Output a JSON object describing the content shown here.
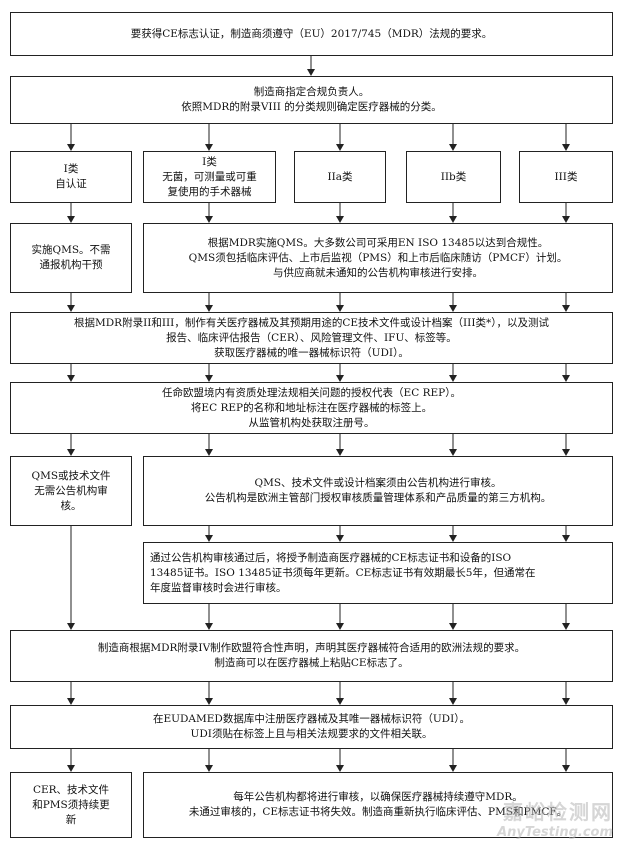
{
  "boxes": {
    "top": [
      "要获得CE标志认证，制造商须遵守（EU）2017/745（MDR）法规的要求。"
    ],
    "assign": [
      "制造商指定合规负责人。",
      "依照MDR的附录VIII 的分类规则确定医疗器械的分类。"
    ],
    "class_i_self": [
      "I类",
      "自认证"
    ],
    "class_i_special": [
      "I类",
      "无菌，可测量或可重",
      "复使用的手术器械"
    ],
    "class_iia": [
      "IIa类"
    ],
    "class_iib": [
      "IIb类"
    ],
    "class_iii": [
      "III类"
    ],
    "qms_no_nb": [
      "实施QMS。不需",
      "通报机构干预"
    ],
    "qms_mdr": [
      "根据MDR实施QMS。大多数公司可采用EN ISO 13485以达到合规性。",
      "QMS须包括临床评估、上市后监视（PMS）和上市后临床随访（PMCF）计划。",
      "与供应商就未通知的公告机构审核进行安排。"
    ],
    "tech_file": [
      "根据MDR附录II和III，制作有关医疗器械及其预期用途的CE技术文件或设计档案（III类*），以及测试",
      "报告、临床评估报告（CER）、风险管理文件、IFU、标签等。",
      "获取医疗器械的唯一器械标识符（UDI）。"
    ],
    "ec_rep": [
      "任命欧盟境内有资质处理法规相关问题的授权代表（EC REP）。",
      "将EC REP的名称和地址标注在医疗器械的标签上。",
      "从监管机构处获取注册号。"
    ],
    "no_nb_review": [
      "QMS或技术文件",
      "无需公告机构审",
      "核。"
    ],
    "nb_review": [
      "QMS、技术文件或设计档案须由公告机构进行审核。",
      "公告机构是欧洲主管部门授权审核质量管理体系和产品质量的第三方机构。"
    ],
    "certificate": [
      "通过公告机构审核通过后，将授予制造商医疗器械的CE标志证书和设备的ISO",
      "13485证书。ISO 13485证书须每年更新。CE标志证书有效期最长5年，但通常在",
      "年度监督审核时会进行审核。"
    ],
    "declaration": [
      "制造商根据MDR附录IV制作欧盟符合性声明，声明其医疗器械符合适用的欧洲法规的要求。",
      "制造商可以在医疗器械上粘贴CE标志了。"
    ],
    "eudamed": [
      "在EUDAMED数据库中注册医疗器械及其唯一器械标识符（UDI）。",
      "UDI须贴在标签上且与相关法规要求的文件相关联。"
    ],
    "maintain": [
      "CER、技术文件",
      "和PMS须持续更",
      "新"
    ],
    "annual_audit": [
      "每年公告机构都将进行审核，以确保医疗器械持续遵守MDR。",
      "未通过审核的，CE标志证书将失效。制造商重新执行临床评估、PMS和PMCF。"
    ]
  },
  "watermark": {
    "cn": "嘉峪检测网",
    "en": "AnyTesting.com"
  }
}
